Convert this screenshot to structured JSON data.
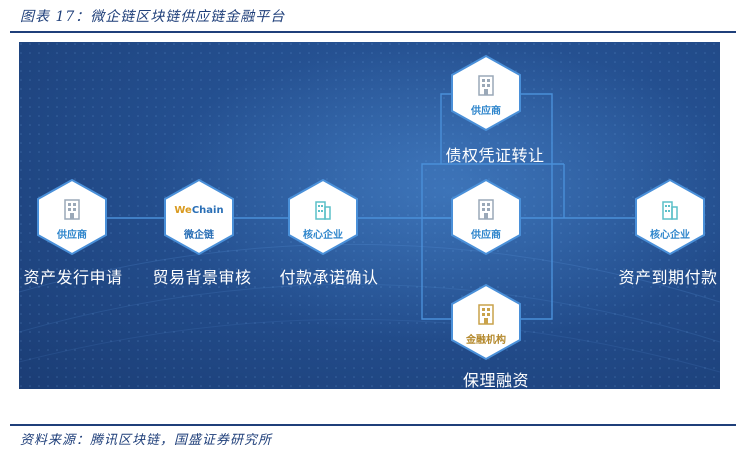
{
  "figure": {
    "title": "图表 17：微企链区块链供应链金融平台",
    "source": "资料来源：腾讯区块链，国盛证券研究所"
  },
  "nodes": {
    "supplier_left": {
      "label": "供应商",
      "caption": "资产发行申请"
    },
    "wechain": {
      "brand_we": "We",
      "brand_chain": "Chain",
      "label": "微企链",
      "caption": "贸易背景审核"
    },
    "core_left": {
      "label": "核心企业",
      "caption": "付款承诺确认"
    },
    "supplier_top": {
      "label": "供应商",
      "caption": "债权凭证转让"
    },
    "supplier_mid": {
      "label": "供应商"
    },
    "finance": {
      "label": "金融机构",
      "caption": "保理融资"
    },
    "core_right": {
      "label": "核心企业",
      "caption": "资产到期付款"
    }
  },
  "colors": {
    "accent": "#2f86cc",
    "gold": "#b58a2e",
    "line": "#4a90d9",
    "title": "#1f3f7a"
  },
  "icons": {
    "building": "building-icon",
    "hexagon": "hexagon-frame"
  }
}
